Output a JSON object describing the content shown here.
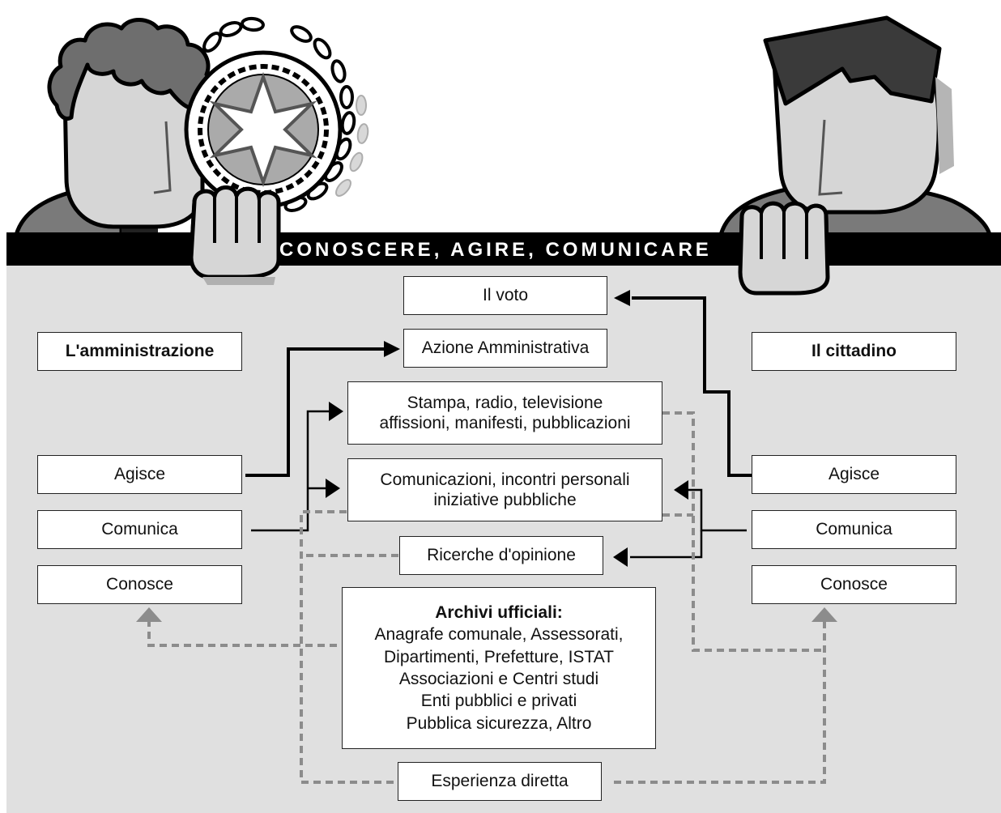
{
  "title": "Conoscere, agire, comunicare",
  "left_actor": {
    "label": "L'amministrazione",
    "items": [
      "Agisce",
      "Comunica",
      "Conosce"
    ]
  },
  "right_actor": {
    "label": "Il cittadino",
    "items": [
      "Agisce",
      "Comunica",
      "Conosce"
    ]
  },
  "center": {
    "voto": "Il voto",
    "azione": "Azione Amministrativa",
    "media": [
      "Stampa, radio, televisione",
      "affissioni, manifesti, pubblicazioni"
    ],
    "comunicazioni": [
      "Comunicazioni, incontri personali",
      "iniziative pubbliche"
    ],
    "ricerche": "Ricerche d'opinione",
    "archivi": {
      "heading": "Archivi ufficiali:",
      "lines": [
        "Anagrafe comunale, Assessorati,",
        "Dipartimenti, Prefetture, ISTAT",
        "Associazioni e Centri studi",
        "Enti pubblici e privati",
        "Pubblica sicurezza, Altro"
      ]
    },
    "esperienza": "Esperienza diretta"
  },
  "colors": {
    "panel": "#e0e0e0",
    "banner": "#000000",
    "solid_arrow": "#000000",
    "dashed_arrow": "#8c8c8c"
  }
}
